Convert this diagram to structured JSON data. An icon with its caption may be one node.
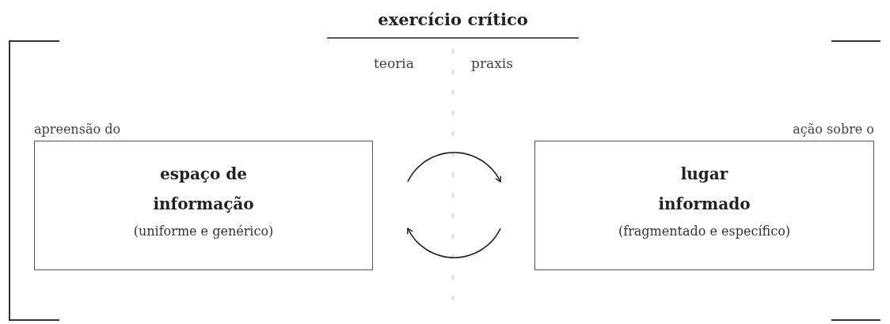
{
  "diagram": {
    "title": "exercício crítico",
    "nodes": [
      {
        "text": [
          "espaço de informação",
          "(uniforme e genérico)"
        ],
        "beside": [
          "apreensão do"
        ]
      },
      {
        "text": [
          "lugar informado",
          "(fragmentado e específico)"
        ],
        "beside": [
          "ação sobre o"
        ]
      }
    ],
    "edges": [
      {
        "from": 0,
        "to": 1,
        "arrow": "to"
      },
      {
        "from": 1,
        "to": 0,
        "arrow": "to"
      }
    ],
    "labels": [
      "teoria",
      "praxis"
    ]
  }
}
